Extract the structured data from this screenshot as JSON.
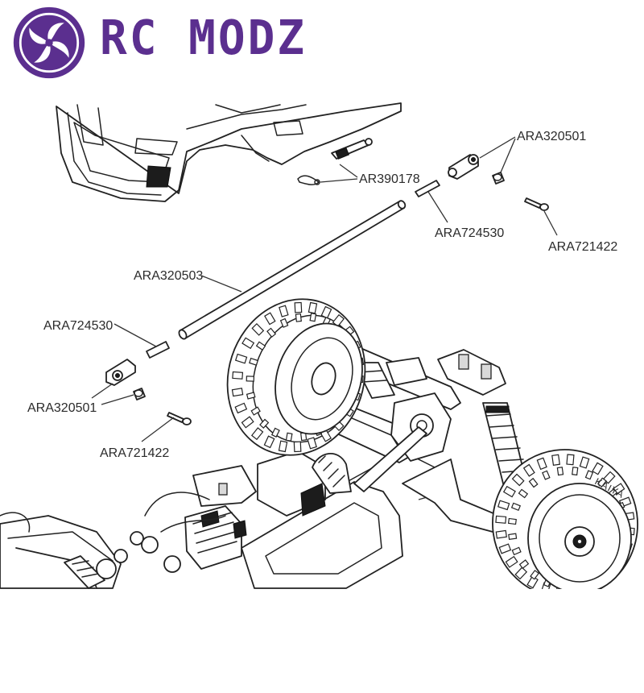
{
  "brand": {
    "name": "RC MODZ",
    "logo_color": "#5b2f8f"
  },
  "callouts": [
    {
      "id": "ar390178",
      "text": "AR390178"
    },
    {
      "id": "ara320501_top",
      "text": "ARA320501"
    },
    {
      "id": "ara724530_top",
      "text": "ARA724530"
    },
    {
      "id": "ara721422_top",
      "text": "ARA721422"
    },
    {
      "id": "ara320503",
      "text": "ARA320503"
    },
    {
      "id": "ara724530_left",
      "text": "ARA724530"
    },
    {
      "id": "ara320501_left",
      "text": "ARA320501"
    },
    {
      "id": "ara721422_left",
      "text": "ARA721422"
    }
  ],
  "tire_sidewall_text": "KAIYA"
}
